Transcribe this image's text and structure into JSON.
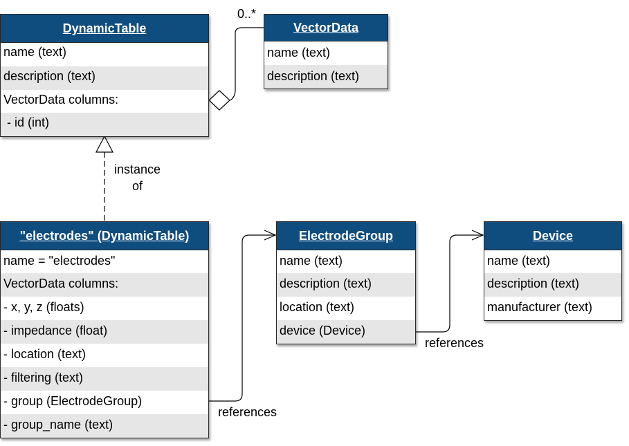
{
  "classes": {
    "dynamic_table": {
      "title": "DynamicTable",
      "rows": [
        "name (text)",
        "description (text)",
        "VectorData columns:",
        " - id (int)"
      ]
    },
    "vector_data": {
      "title": "VectorData",
      "rows": [
        "name (text)",
        "description (text)"
      ]
    },
    "electrodes": {
      "title": "\"electrodes\" (DynamicTable)",
      "rows": [
        "name = \"electrodes\"",
        "VectorData columns:",
        "- x, y, z (floats)",
        "- impedance (float)",
        "- location (text)",
        "- filtering (text)",
        "- group (ElectrodeGroup)",
        "- group_name (text)"
      ]
    },
    "electrode_group": {
      "title": "ElectrodeGroup",
      "rows": [
        "name (text)",
        "description (text)",
        "location (text)",
        "device (Device)"
      ]
    },
    "device": {
      "title": "Device",
      "rows": [
        "name (text)",
        "description (text)",
        "manufacturer (text)"
      ]
    }
  },
  "labels": {
    "multiplicity": "0..*",
    "instance_of_line1": "instance",
    "instance_of_line2": "of",
    "references_1": "references",
    "references_2": "references"
  },
  "colors": {
    "header_bg": "#0f4d7e",
    "row_alt": "#e6e6e6"
  }
}
